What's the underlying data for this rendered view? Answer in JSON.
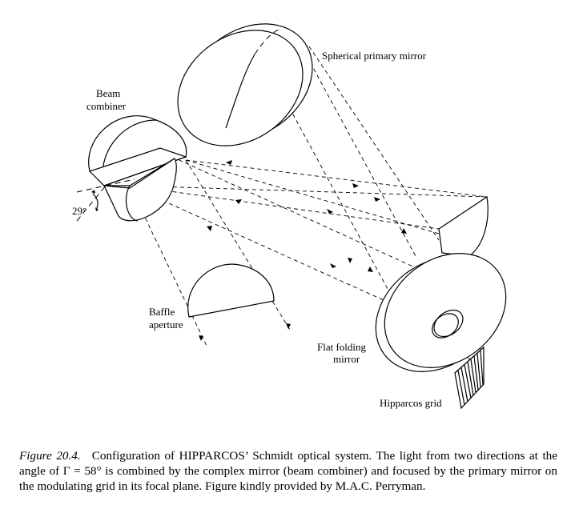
{
  "labels": {
    "spherical_primary_mirror": "Spherical primary mirror",
    "beam_combiner_line1": "Beam",
    "beam_combiner_line2": "combiner",
    "angle": "29°",
    "baffle_line1": "Baffle",
    "baffle_line2": "aperture",
    "flat_folding_line1": "Flat folding",
    "flat_folding_line2": "mirror",
    "grid": "Hipparcos grid"
  },
  "caption": {
    "figure_number": "Figure 20.4.",
    "text": "Configuration of HIPPARCOS’ Schmidt optical system. The light from two directions at the angle of Γ = 58° is combined by the complex mirror (beam combiner) and focused by the primary mirror on the modulating grid in its focal plane. Figure kindly provided by M.A.C. Perryman."
  }
}
